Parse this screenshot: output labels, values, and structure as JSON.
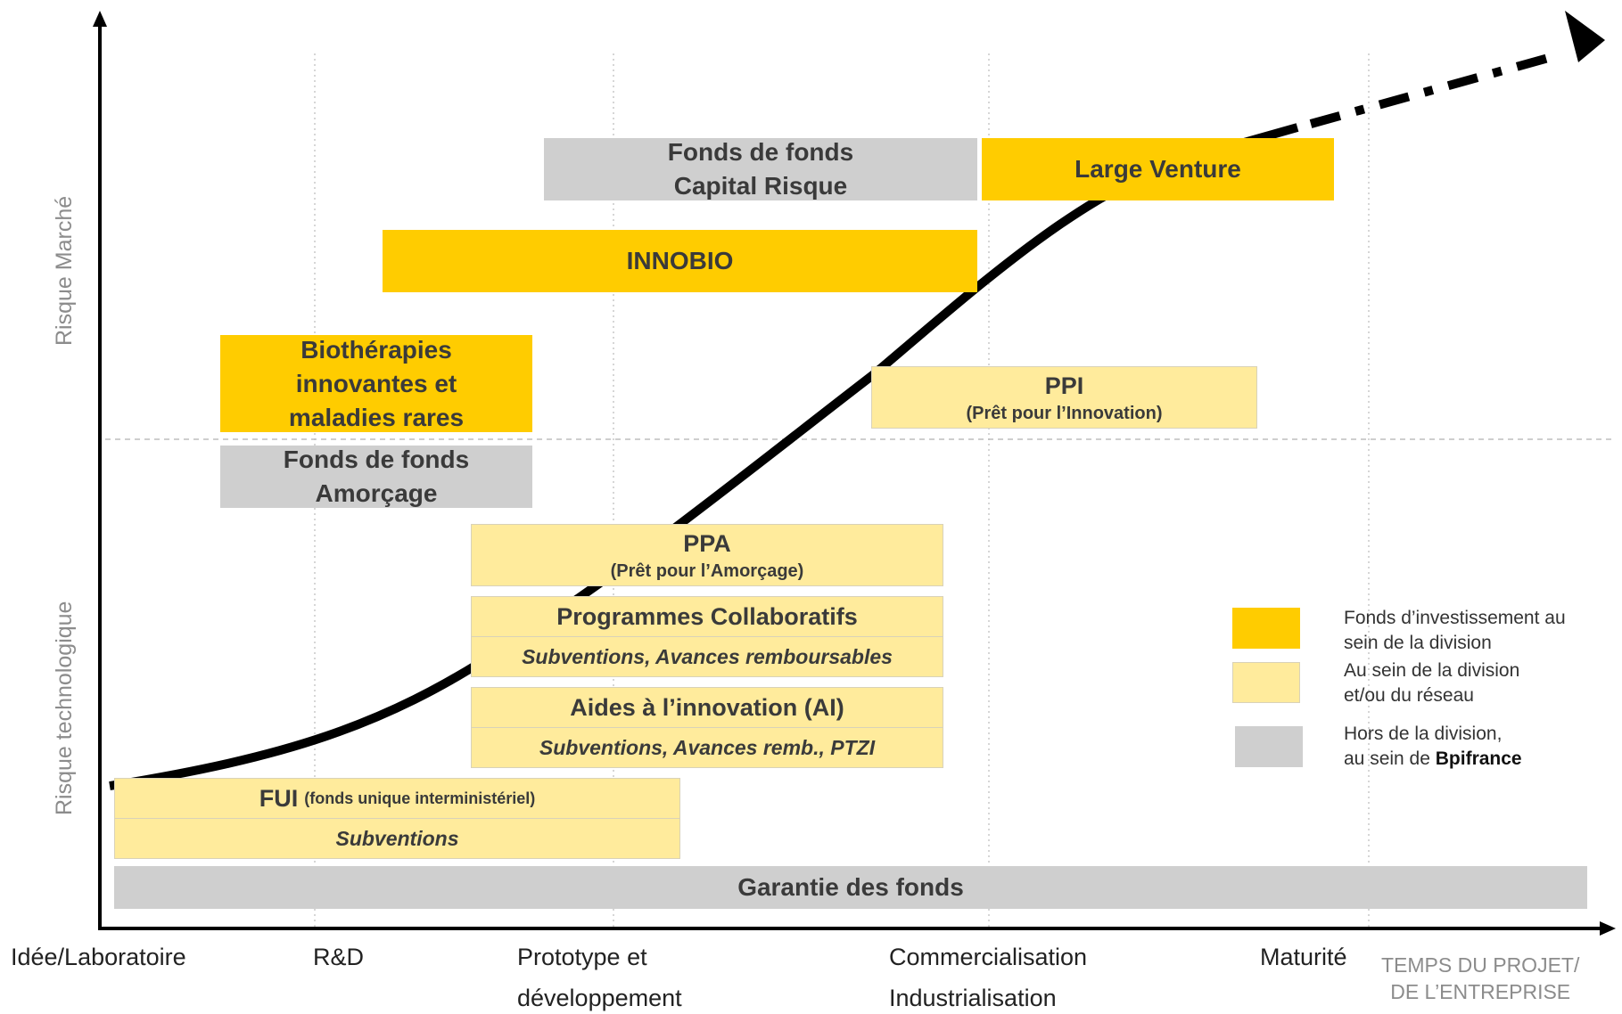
{
  "axes": {
    "y_upper_label": "Risque Marché",
    "y_lower_label": "Risque technologique",
    "x_corner_label_line1": "TEMPS DU PROJET/",
    "x_corner_label_line2": "DE L’ENTREPRISE"
  },
  "stages": [
    {
      "line1": "Idée/Laboratoire",
      "line2": ""
    },
    {
      "line1": "R&D",
      "line2": ""
    },
    {
      "line1": "Prototype et",
      "line2": "développement"
    },
    {
      "line1": "Commercialisation",
      "line2": "Industrialisation"
    },
    {
      "line1": "Maturité",
      "line2": ""
    }
  ],
  "boxes": {
    "fonds_capital_risque": {
      "line1": "Fonds de fonds",
      "line2": "Capital Risque"
    },
    "large_venture": {
      "title": "Large Venture"
    },
    "innobio": {
      "title": "INNOBIO"
    },
    "biotherapies": {
      "line1": "Biothérapies",
      "line2": "innovantes et",
      "line3": "maladies rares"
    },
    "ppi": {
      "title": "PPI",
      "subtitle": "(Prêt pour l’Innovation)"
    },
    "fonds_amorcage": {
      "line1": "Fonds de fonds",
      "line2": "Amorçage"
    },
    "ppa": {
      "title": "PPA",
      "subtitle": "(Prêt pour l’Amorçage)"
    },
    "programmes": {
      "title": "Programmes Collaboratifs",
      "detail": "Subventions, Avances remboursables"
    },
    "aides": {
      "title": "Aides à l’innovation (AI)",
      "detail": "Subventions, Avances remb., PTZI"
    },
    "fui": {
      "title": "FUI",
      "title_small": "(fonds unique interministériel)",
      "detail": "Subventions"
    },
    "garantie": {
      "title": "Garantie des fonds"
    }
  },
  "legend": [
    {
      "color": "#ffcc00",
      "line1": "Fonds d’investissement au",
      "line2": "sein de la division"
    },
    {
      "color": "#ffeb9c",
      "line1": "Au sein de la division",
      "line2": "et/ou du réseau"
    },
    {
      "color": "#cfcfcf",
      "line1": "Hors de la division,",
      "line2": "au sein de ",
      "brand": "Bpifrance"
    }
  ],
  "colors": {
    "investment_fund": "#ffcc00",
    "division_network": "#ffeb9c",
    "outside_division": "#cfcfcf",
    "curve": "#000000"
  }
}
